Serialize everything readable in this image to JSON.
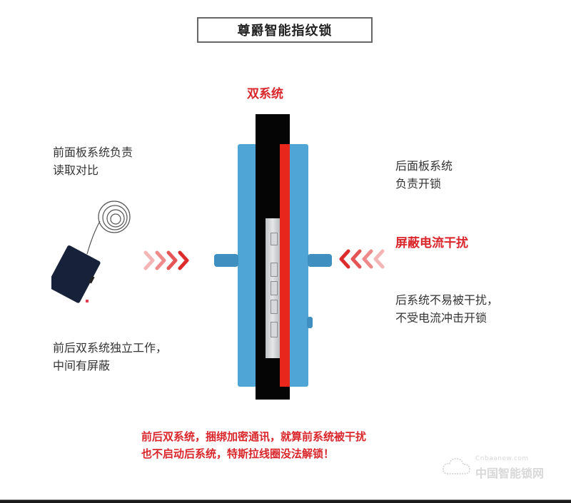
{
  "header": {
    "title": "尊爵智能指纹锁"
  },
  "center": {
    "label": "双系统"
  },
  "left": {
    "top_text": [
      "前面板系统负责",
      "读取对比"
    ],
    "bottom_text": [
      "前后双系统独立工作，",
      "中间有屏蔽"
    ]
  },
  "right": {
    "top_text": [
      "后面板系统",
      "负责开锁"
    ],
    "highlight": "屏蔽电流干扰",
    "bottom_text": [
      "后系统不易被干扰，",
      "不受电流冲击开锁"
    ]
  },
  "footer": {
    "note_lines": [
      "前后双系统，捆绑加密通讯，就算前系统被干扰",
      "也不启动后系统，特斯拉线圈没法解锁！"
    ]
  },
  "watermark": {
    "url": "Cnbaanew.com",
    "name": "中国智能锁网"
  },
  "icons": {
    "left_arrows": "chevron-right-icon x4",
    "right_arrows": "chevron-left-icon x4",
    "device": "tesla-coil-device-icon",
    "lock": "smart-lock-side-illustration"
  },
  "colors": {
    "accent_red": "#d9262b",
    "lock_blue": "#4fa6d6",
    "shield_red": "#e8261c",
    "door_black": "#050505"
  }
}
